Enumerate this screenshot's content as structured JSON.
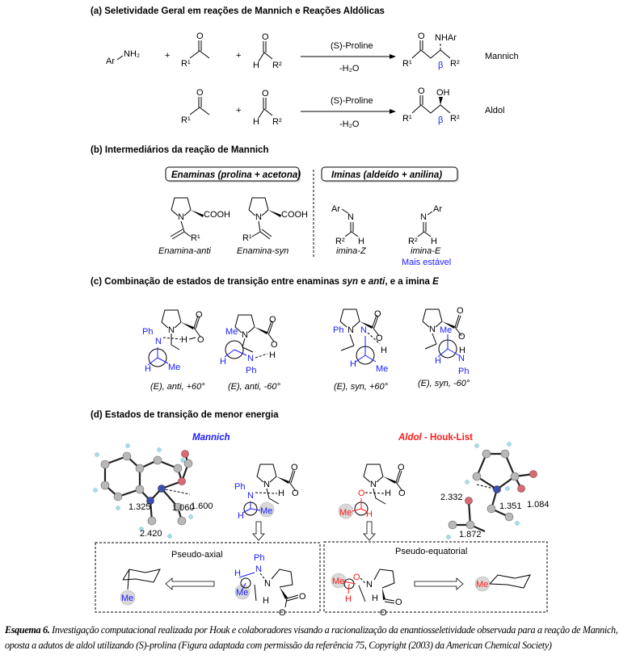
{
  "section_a": {
    "title": "(a) Seletividade Geral em reações de Mannich e Reações Aldólicas",
    "mannich_row": {
      "amine_ar": "Ar",
      "amine_nh2": "NH₂",
      "plus": "+",
      "ketone_o": "O",
      "ketone_r1": "R¹",
      "aldehyde_o": "O",
      "aldehyde_h": "H",
      "aldehyde_r2": "R²",
      "catalyst": "(S)-Proline",
      "byproduct": "-H₂O",
      "product_o": "O",
      "product_r1": "R¹",
      "product_nhar": "NHAr",
      "product_beta": "β",
      "product_r2": "R²",
      "reaction_name": "Mannich"
    },
    "aldol_row": {
      "plus": "+",
      "ketone_o": "O",
      "ketone_r1": "R¹",
      "aldehyde_o": "O",
      "aldehyde_h": "H",
      "aldehyde_r2": "R²",
      "catalyst": "(S)-Proline",
      "byproduct": "-H₂O",
      "product_o": "O",
      "product_r1": "R¹",
      "product_oh": "OH",
      "product_beta": "β",
      "product_r2": "R²",
      "reaction_name": "Aldol"
    }
  },
  "section_b": {
    "title": "(b) Intermediários da reação de Mannich",
    "enamines_box": "Enaminas (prolina + acetona)",
    "imines_box": "Iminas (aldeído + anilina)",
    "atoms": {
      "n": "N",
      "cooh": "COOH",
      "r1": "R¹",
      "r2": "R²",
      "ar": "Ar",
      "h": "H"
    },
    "structures": [
      {
        "label": "Enamina-anti"
      },
      {
        "label": "Enamina-syn"
      },
      {
        "label": "imina-Z"
      },
      {
        "label": "imina-E",
        "note": "Mais estável"
      }
    ]
  },
  "section_c": {
    "title_prefix": "(c) Combinação de estados de transição entre enaminas ",
    "title_syn": "syn",
    "title_mid": " e ",
    "title_anti": "anti",
    "title_suffix": ", e a imina ",
    "title_e": "E",
    "atoms": {
      "ph": "Ph",
      "n": "N",
      "h": "H",
      "me": "Me",
      "o": "O"
    },
    "transition_states": [
      {
        "label": "(E), anti, +60°"
      },
      {
        "label": "(E), anti, -60°"
      },
      {
        "label": "(E), syn, +60°"
      },
      {
        "label": "(E), syn, -60°"
      }
    ]
  },
  "section_d": {
    "title": "(d) Estados de transição de menor energia",
    "mannich_label": "Mannich",
    "aldol_label": "Aldol",
    "aldol_suffix": " - Houk-List",
    "mannich_distances": [
      "1.600",
      "1.325",
      "1.060",
      "2.420"
    ],
    "aldol_distances": [
      "2.332",
      "1.351",
      "1.084",
      "1.872"
    ],
    "pseudo_axial": "Pseudo-axial",
    "pseudo_equatorial": "Pseudo-equatorial",
    "atoms": {
      "ph": "Ph",
      "n": "N",
      "h": "H",
      "me": "Me",
      "o": "O"
    }
  },
  "caption": {
    "label": "Esquema 6.",
    "text": " Investigação computacional realizada por Houk e colaboradores visando a racionalização da enantiosseletividade observada para a reação de Mannich, oposta a adutos de aldol utilizando (S)-prolina (Figura adaptada com permissão da referência 75, Copyright (2003) da American Chemical Society)"
  },
  "colors": {
    "blue": "#1a1aff",
    "red": "#ff1a1a",
    "atom_carbon": "#b8b8b8",
    "atom_nitrogen": "#3b4fb0",
    "atom_oxygen": "#d86a78",
    "atom_hydrogen": "#a8dce8"
  }
}
